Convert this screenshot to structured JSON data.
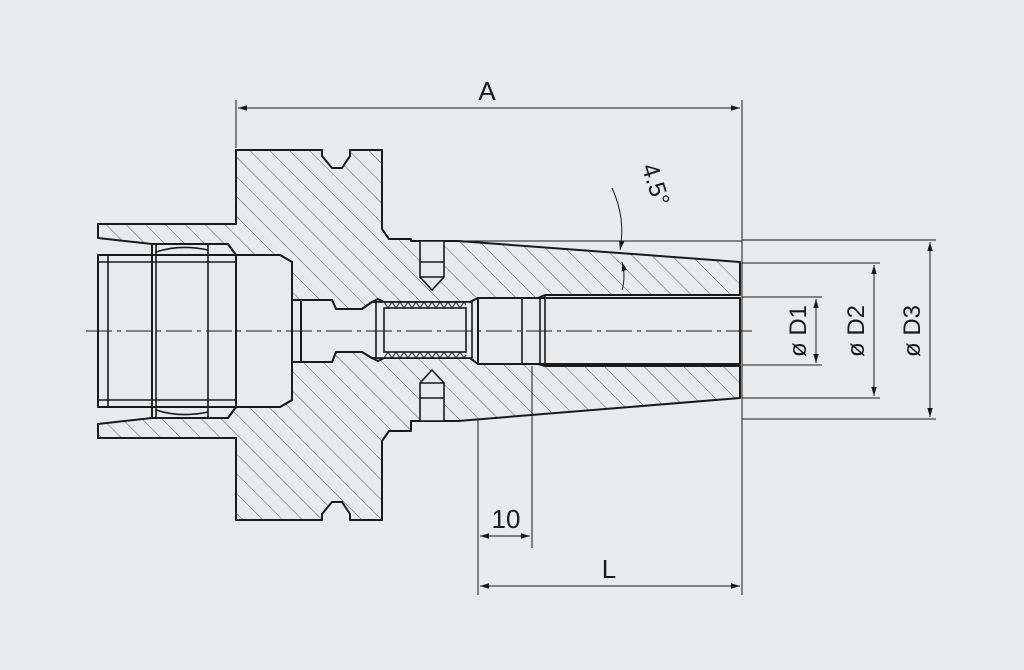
{
  "diagram": {
    "type": "technical-drawing-section",
    "colors": {
      "background": "#e9eaec",
      "line": "#1a1a1a",
      "hatch": "#555555"
    },
    "dimensions": {
      "overall_length_label": "A",
      "clamping_length_label": "L",
      "min_insert_label": "10",
      "taper_angle_label": "4.5°",
      "diameters": [
        "ø D1",
        "ø D2",
        "ø D3"
      ]
    }
  }
}
